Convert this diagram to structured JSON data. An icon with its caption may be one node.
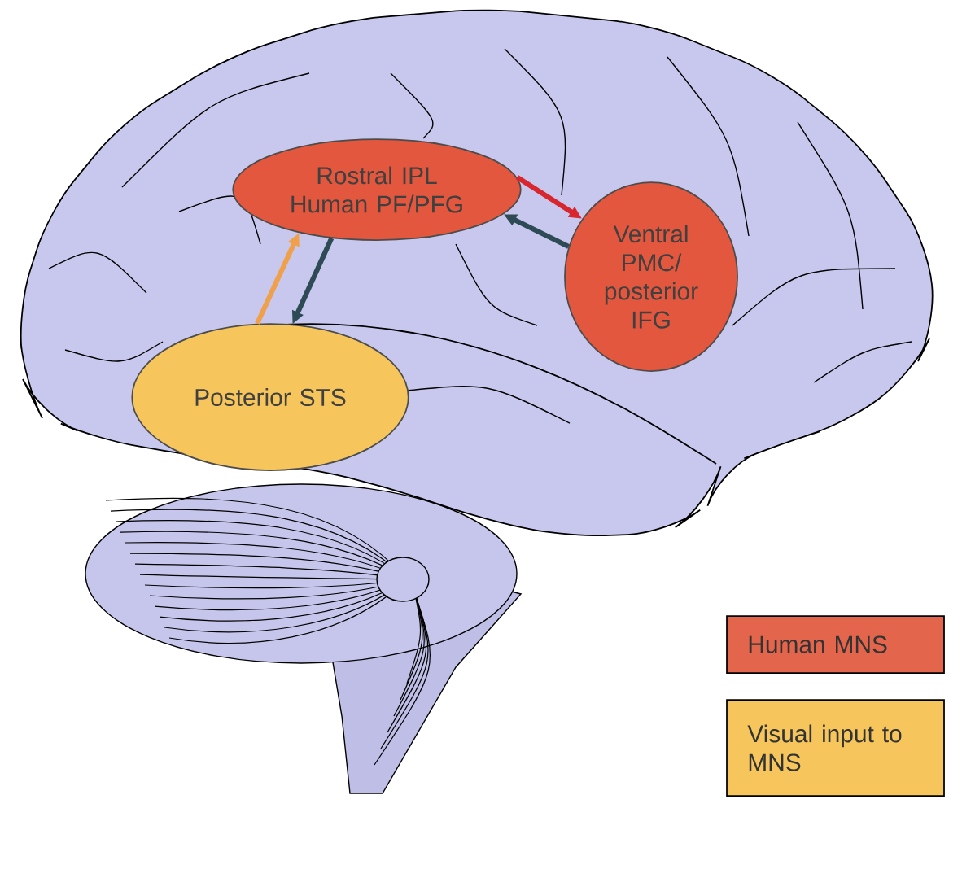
{
  "diagram": {
    "nodes": [
      {
        "text": [
          "Rostral IPL Human PF/PFG"
        ]
      },
      {
        "text": [
          "Ventral PMC/ posterior IFG"
        ]
      },
      {
        "text": [
          "Posterior STS"
        ]
      }
    ],
    "edges": [
      {
        "from": 0,
        "to": 1,
        "arrow": "to",
        "color": "#d8262e"
      },
      {
        "from": 1,
        "to": 0,
        "arrow": "to"
      },
      {
        "from": 2,
        "to": 0,
        "arrow": "to",
        "color": "#f0a04a"
      },
      {
        "from": 0,
        "to": 2,
        "arrow": "to"
      }
    ],
    "legend": [
      {
        "text": "Human MNS",
        "color": "#e2654c"
      },
      {
        "text": "Visual input to MNS",
        "color": "#f6c65c"
      }
    ]
  }
}
